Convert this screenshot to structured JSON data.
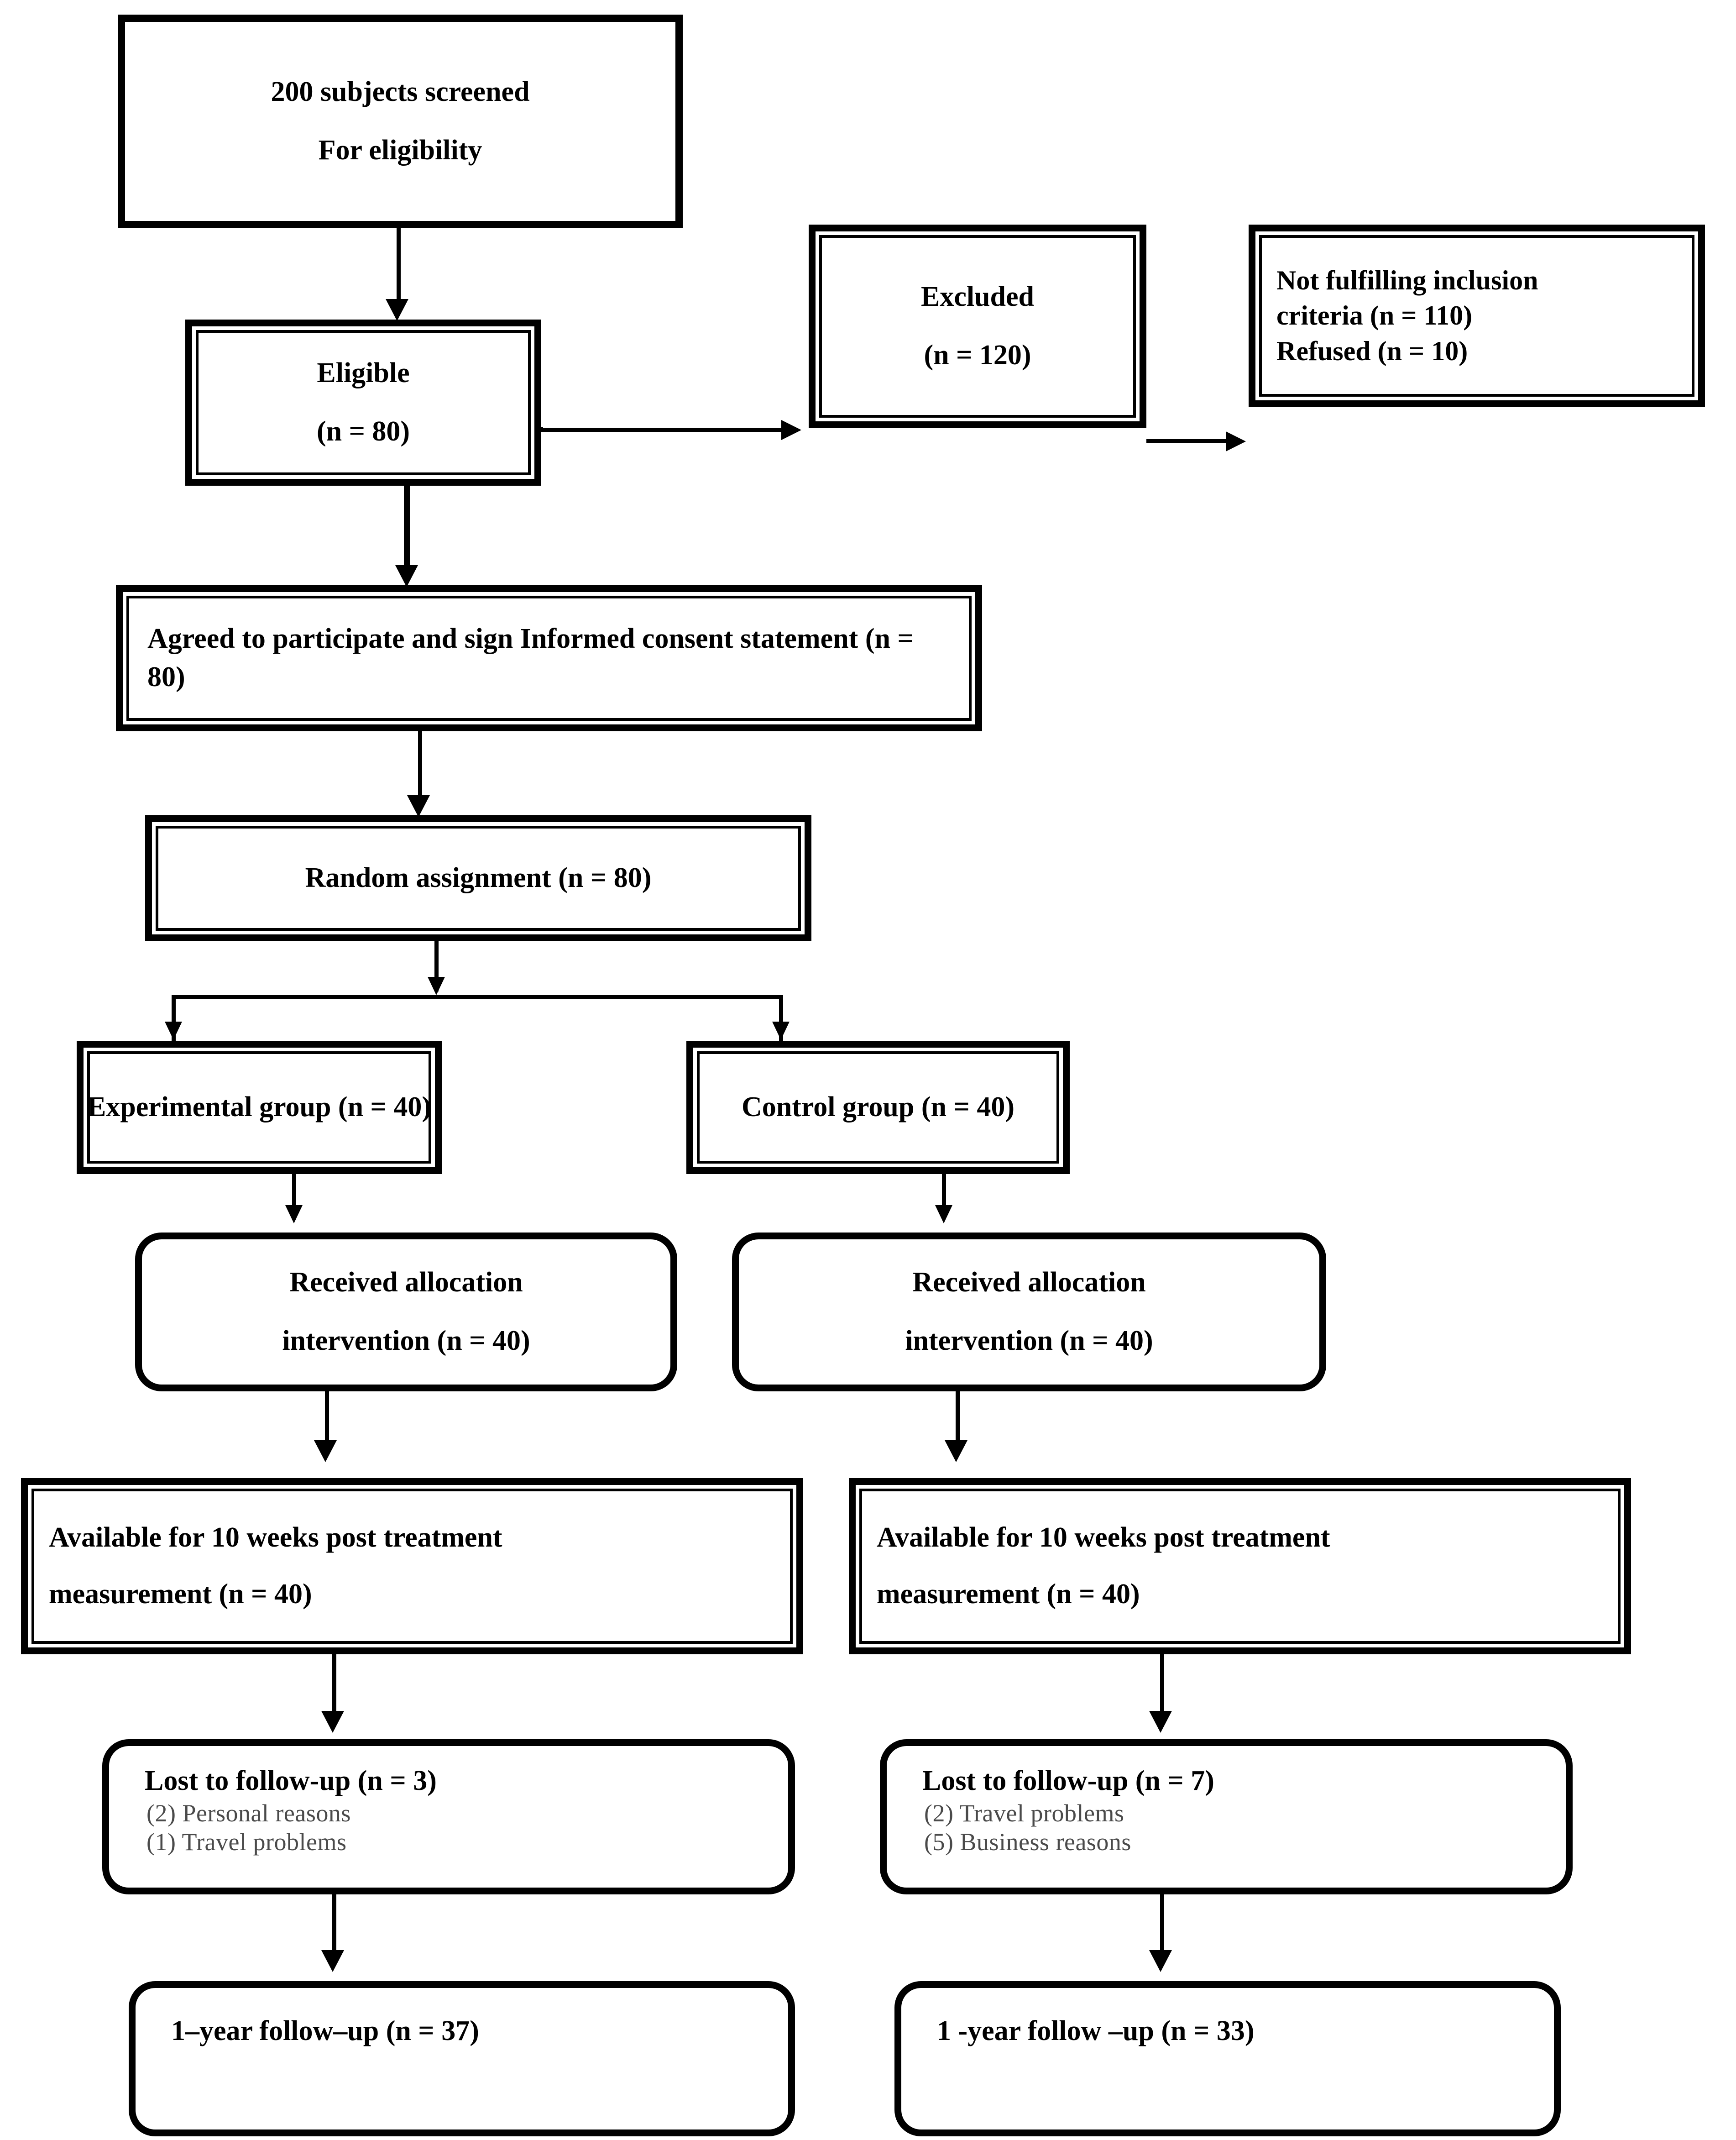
{
  "diagram": {
    "title": "CONSORT participant flow diagram",
    "colors": {
      "stroke": "#000000",
      "fill": "#ffffff",
      "muted_text": "#4a4a4a"
    }
  },
  "nodes": {
    "screened": {
      "line1": "200 subjects screened",
      "line2": "For eligibility"
    },
    "eligible": {
      "line1": "Eligible",
      "line2": "(n = 80)"
    },
    "excluded": {
      "line1": "Excluded",
      "line2": "(n = 120)"
    },
    "exclusion_reasons": {
      "line1": "Not fulfilling inclusion",
      "line2": "criteria (n = 110)",
      "line3": "Refused (n = 10)"
    },
    "consent": {
      "text": "Agreed to participate and sign Informed consent statement (n = 80)"
    },
    "randomization": {
      "text": "Random assignment (n = 80)"
    },
    "experimental_group": {
      "text": "Experimental group (n = 40)"
    },
    "control_group": {
      "text": "Control group (n = 40)"
    },
    "allocation_left": {
      "line1": "Received allocation",
      "line2": "intervention (n = 40)"
    },
    "allocation_right": {
      "line1": "Received allocation",
      "line2": "intervention (n = 40)"
    },
    "posttreatment_left": {
      "line1": "Available for 10 weeks post treatment",
      "line2": "measurement (n = 40)"
    },
    "posttreatment_right": {
      "line1": "Available for 10 weeks post treatment",
      "line2": "measurement (n = 40)"
    },
    "lost_left": {
      "heading": "Lost to follow-up (n = 3)",
      "reason1": "(2) Personal reasons",
      "reason2": "(1) Travel problems"
    },
    "lost_right": {
      "heading": "Lost to follow-up (n = 7)",
      "reason1": "(2) Travel problems",
      "reason2": "(5) Business reasons"
    },
    "followup_left": {
      "text": "1–year follow–up (n = 37)"
    },
    "followup_right": {
      "text": "1 -year follow –up (n = 33)"
    }
  }
}
